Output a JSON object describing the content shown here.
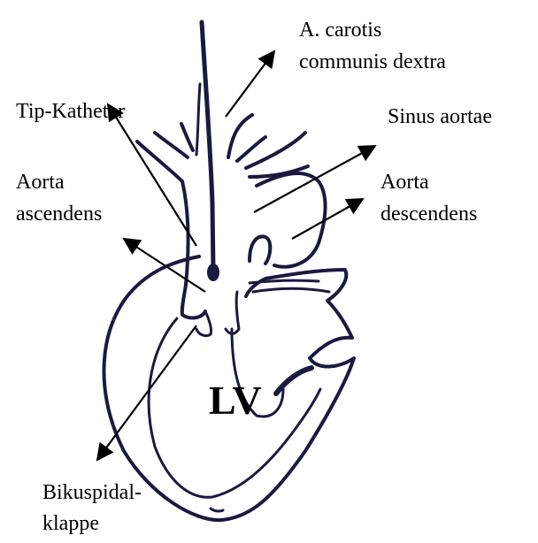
{
  "labels": {
    "carotis_line1": "A. carotis",
    "carotis_line2": "communis dextra",
    "tip_katheter": "Tip-Katheter",
    "sinus_aortae": "Sinus aortae",
    "aorta_ascendens_line1": "Aorta",
    "aorta_ascendens_line2": "ascendens",
    "aorta_descendens_line1": "Aorta",
    "aorta_descendens_line2": "descendens",
    "bikuspidal_line1": "Bikuspidal-",
    "bikuspidal_line2": "klappe",
    "lv": "LV"
  },
  "colors": {
    "outline": "#1a1a40",
    "arrow": "#000000",
    "text": "#000000",
    "background": "#ffffff"
  }
}
